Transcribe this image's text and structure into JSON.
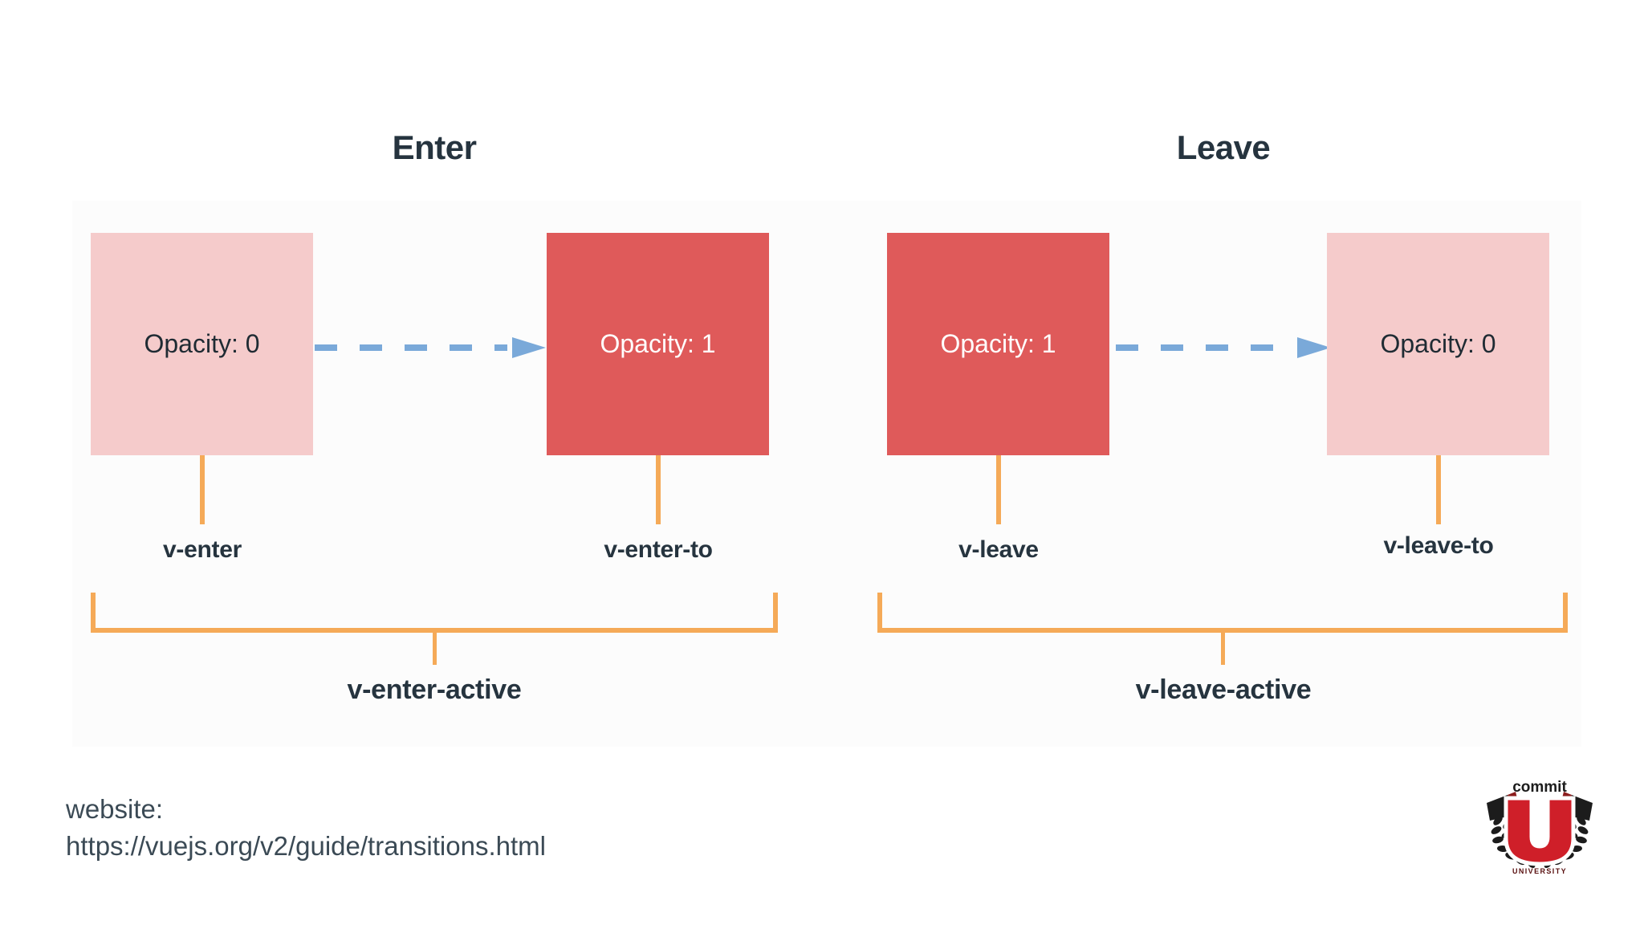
{
  "diagram": {
    "title_enter": "Enter",
    "title_leave": "Leave",
    "sections": [
      {
        "name": "enter",
        "heading": "Enter",
        "from_box": {
          "label": "Opacity: 0",
          "fill": "#f5cbcb",
          "hook": "v-enter"
        },
        "to_box": {
          "label": "Opacity: 1",
          "fill": "#df5a5a",
          "hook": "v-enter-to"
        },
        "active_label": "v-enter-active"
      },
      {
        "name": "leave",
        "heading": "Leave",
        "from_box": {
          "label": "Opacity: 1",
          "fill": "#df5a5a",
          "hook": "v-leave"
        },
        "to_box": {
          "label": "Opacity: 0",
          "fill": "#f5cbcb",
          "hook": "v-leave-to"
        },
        "active_label": "v-leave-active"
      }
    ]
  },
  "footer": {
    "line1": "website:",
    "line2": "https://vuejs.org/v2/guide/transitions.html"
  },
  "logo": {
    "top_word": "commit",
    "letter": "U",
    "bottom_word": "UNIVERSITY"
  },
  "colors": {
    "box_pink": "#f5cbcb",
    "box_red": "#df5a5a",
    "arrow_blue": "#7aa9d9",
    "bracket_orange": "#f5aa58",
    "text_dark": "#26343f",
    "background": "#ffffff"
  }
}
